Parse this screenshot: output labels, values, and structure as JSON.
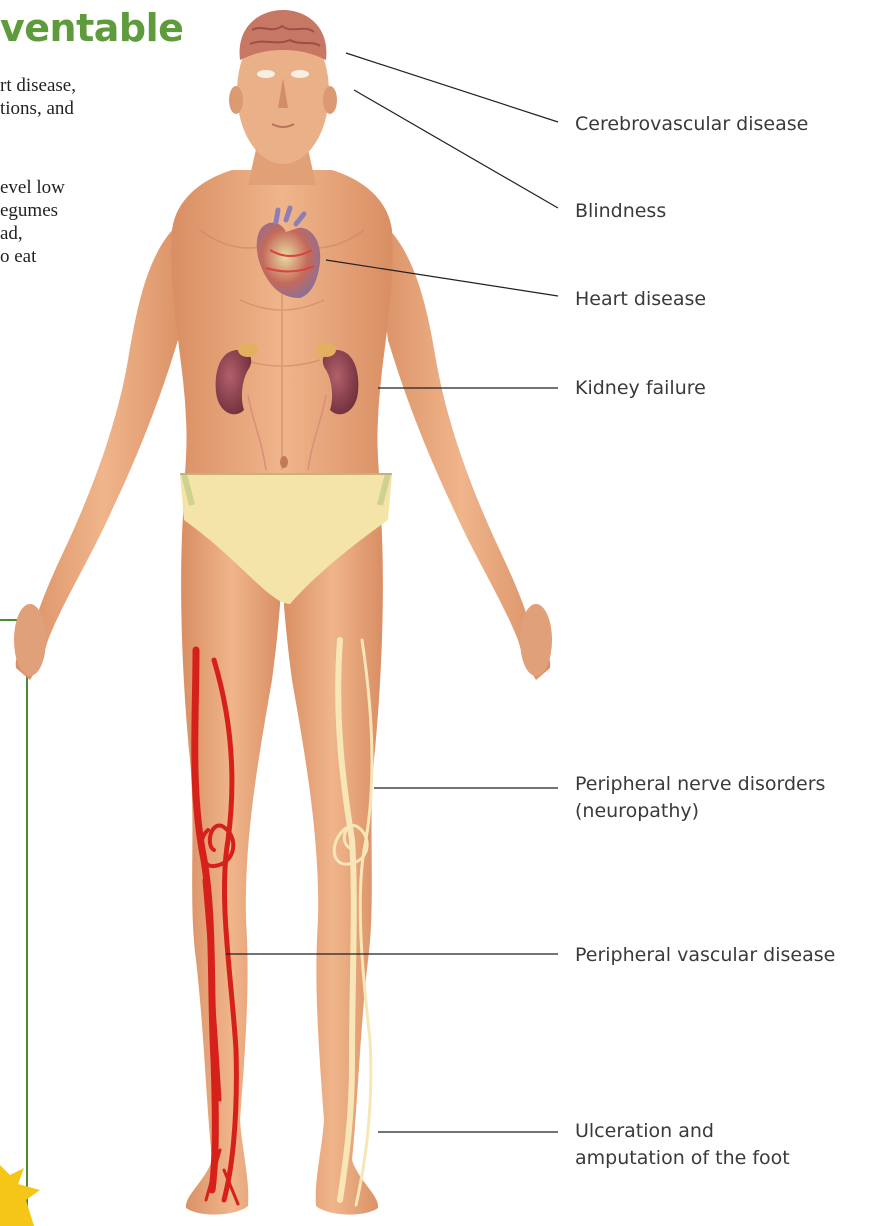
{
  "heading": {
    "text": "ventable",
    "color": "#5e9b3d"
  },
  "intro_paragraph_1": [
    "rt disease,",
    "tions, and"
  ],
  "intro_paragraph_2": [
    "evel low",
    "egumes",
    "ad,",
    "o eat"
  ],
  "sidebar_rule_color": "#4e8a35",
  "colors": {
    "skin": "#e8a97c",
    "arteries": "#d6211b",
    "nerves": "#f6e6b8",
    "underwear": "#f4e4a8",
    "leader_lines": "#231f20",
    "label_text": "#3a3a3a"
  },
  "callouts": {
    "cerebrovascular": [
      "Cerebrovascular disease"
    ],
    "blindness": [
      "Blindness"
    ],
    "heart": [
      "Heart disease"
    ],
    "kidney": [
      "Kidney failure"
    ],
    "neuropathy": [
      "Peripheral nerve disorders",
      "(neuropathy)"
    ],
    "vascular": [
      "Peripheral vascular disease"
    ],
    "foot": [
      "Ulceration and",
      "amputation of the foot"
    ]
  }
}
